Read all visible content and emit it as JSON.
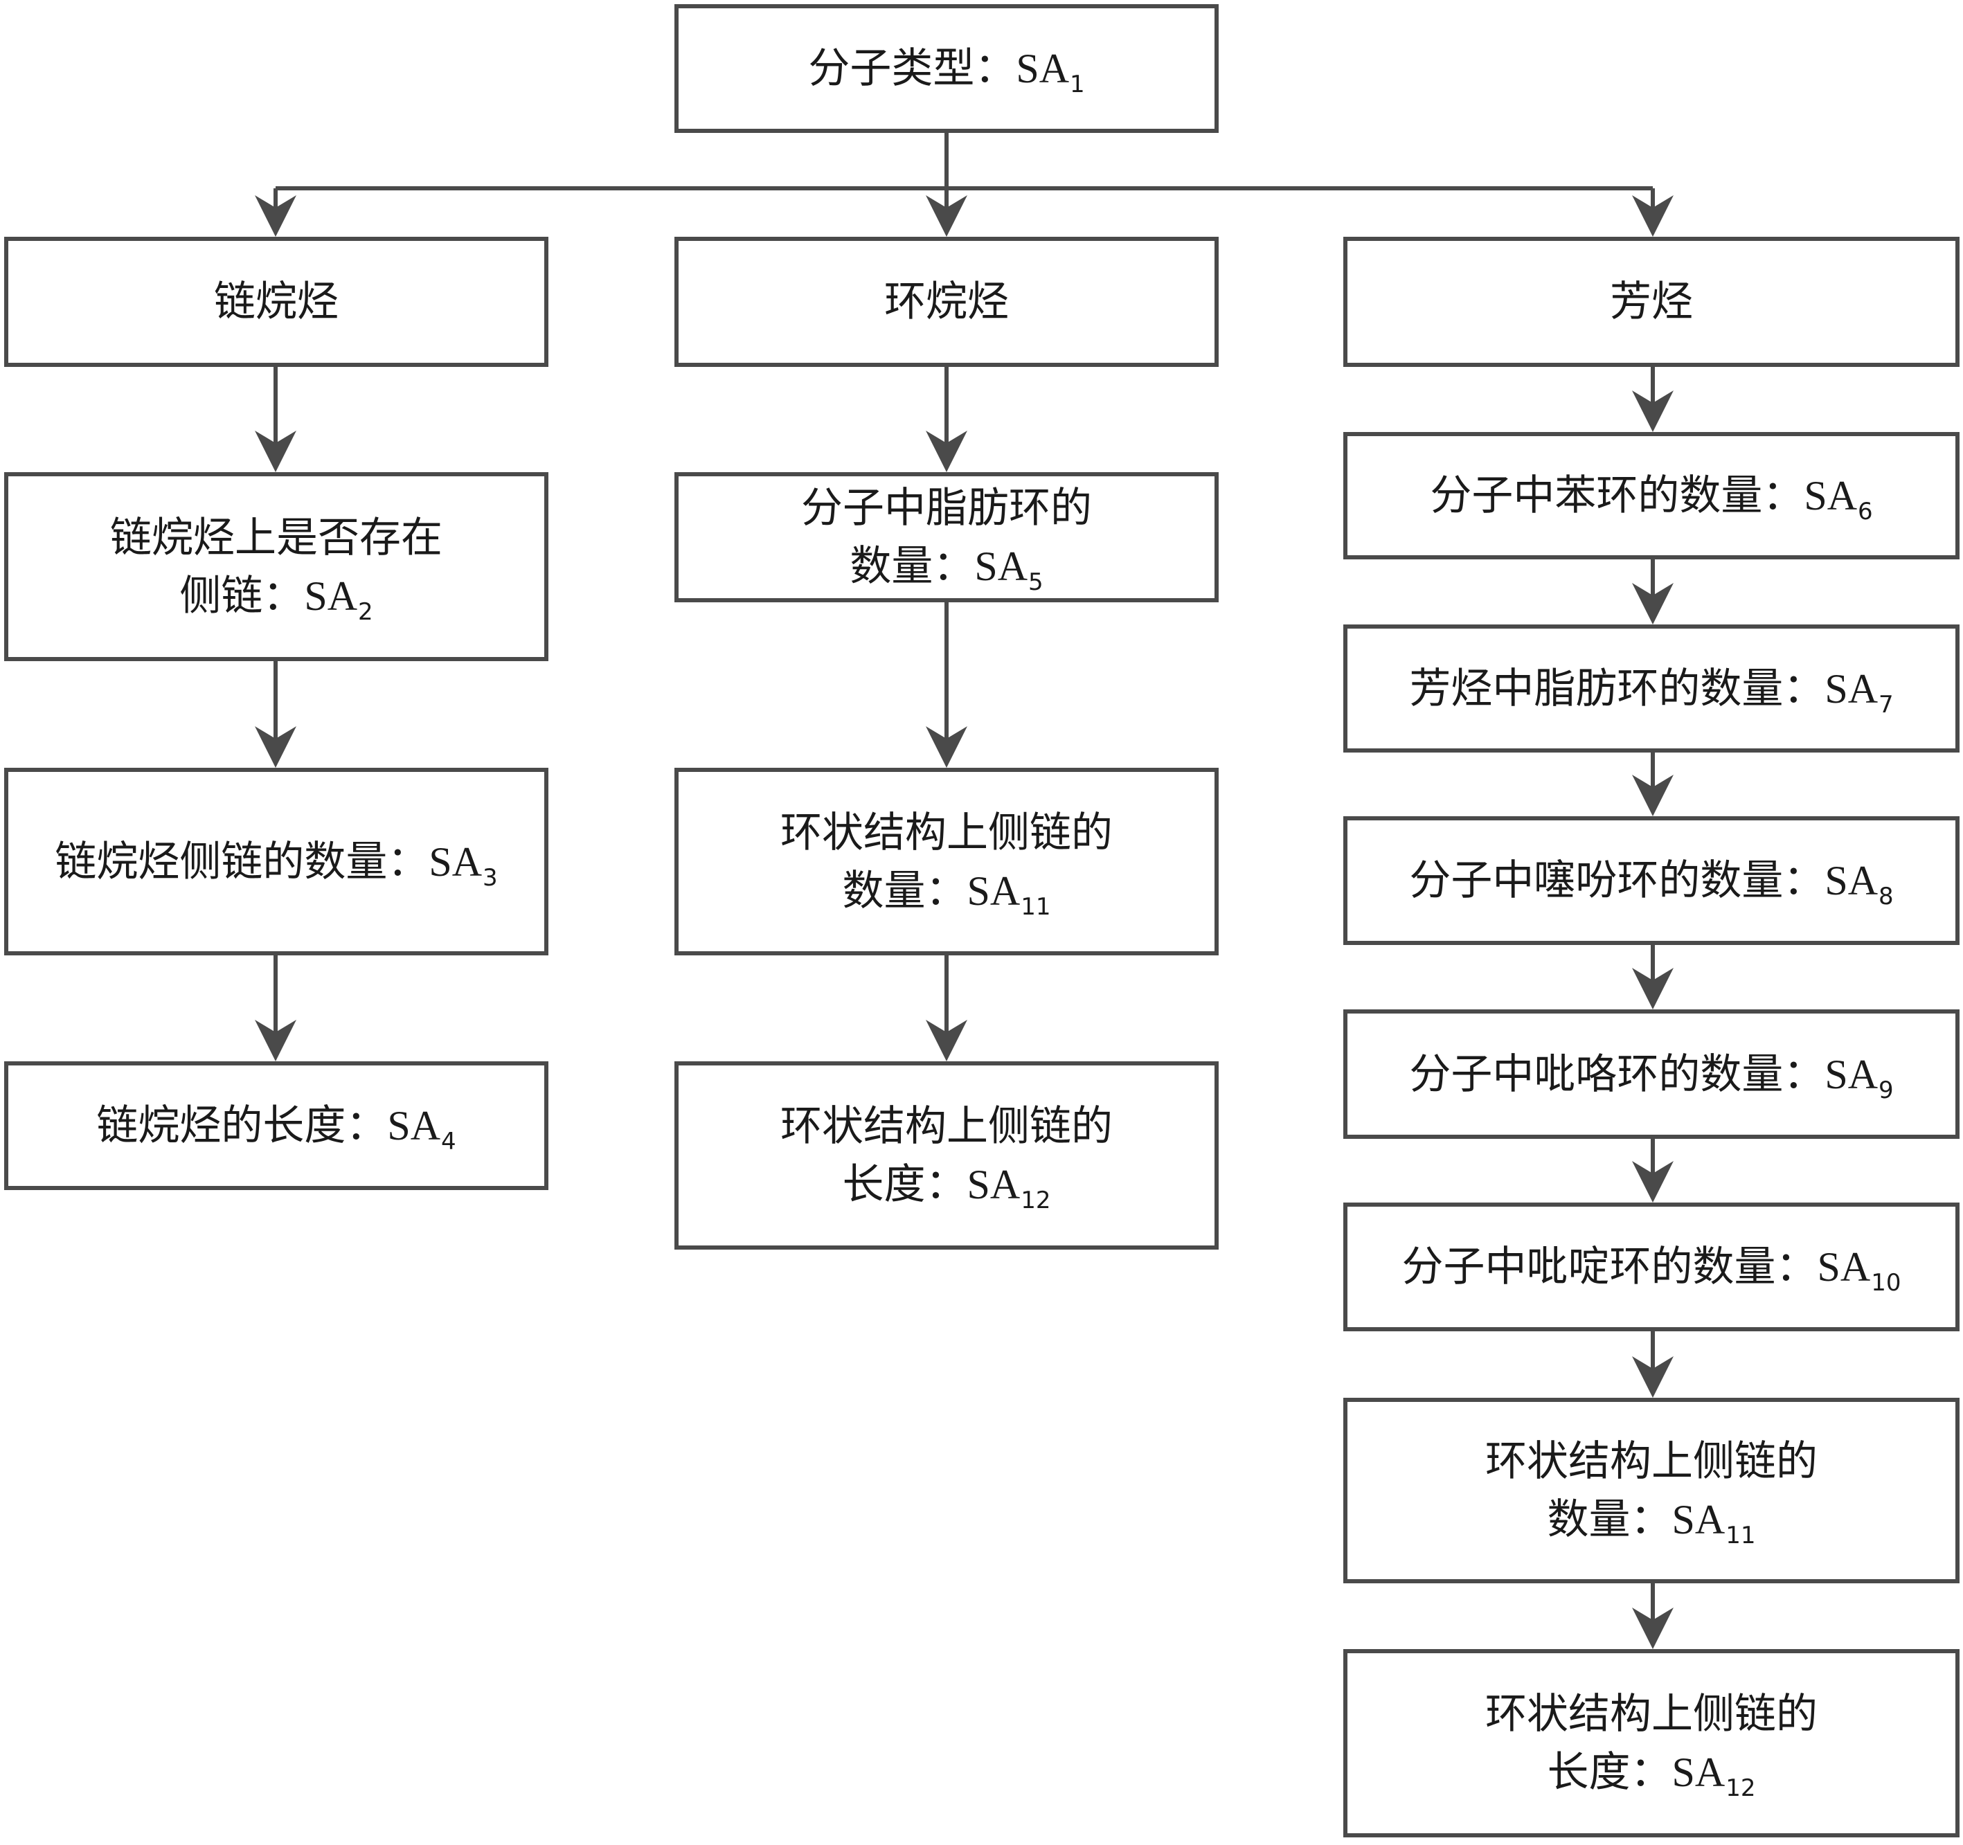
{
  "root": {
    "prefix": "分子类型：",
    "sa": "SA",
    "sub": "1"
  },
  "columns": {
    "chain": {
      "title": "链烷烃",
      "items": [
        {
          "line1": "链烷烃上是否存在",
          "prefix": "侧链：",
          "sa": "SA",
          "sub": "2"
        },
        {
          "prefix": "链烷烃侧链的数量：",
          "sa": "SA",
          "sub": "3"
        },
        {
          "prefix": "链烷烃的长度：",
          "sa": "SA",
          "sub": "4"
        }
      ]
    },
    "cyclo": {
      "title": "环烷烃",
      "items": [
        {
          "line1": "分子中脂肪环的",
          "prefix": "数量：",
          "sa": "SA",
          "sub": "5"
        },
        {
          "line1": "环状结构上侧链的",
          "prefix": "数量：",
          "sa": "SA",
          "sub": "11"
        },
        {
          "line1": "环状结构上侧链的",
          "prefix": "长度：",
          "sa": "SA",
          "sub": "12"
        }
      ]
    },
    "aromatic": {
      "title": "芳烃",
      "items": [
        {
          "prefix": "分子中苯环的数量：",
          "sa": "SA",
          "sub": "6"
        },
        {
          "prefix": "芳烃中脂肪环的数量：",
          "sa": "SA",
          "sub": "7"
        },
        {
          "prefix": "分子中噻吩环的数量：",
          "sa": "SA",
          "sub": "8"
        },
        {
          "prefix": "分子中吡咯环的数量：",
          "sa": "SA",
          "sub": "9"
        },
        {
          "prefix": "分子中吡啶环的数量：",
          "sa": "SA",
          "sub": "10"
        },
        {
          "line1": "环状结构上侧链的",
          "prefix": "数量：",
          "sa": "SA",
          "sub": "11"
        },
        {
          "line1": "环状结构上侧链的",
          "prefix": "长度：",
          "sa": "SA",
          "sub": "12"
        }
      ]
    }
  },
  "colors": {
    "stroke": "#4a4a4a",
    "text": "#1a1a1a",
    "background": "#ffffff"
  }
}
